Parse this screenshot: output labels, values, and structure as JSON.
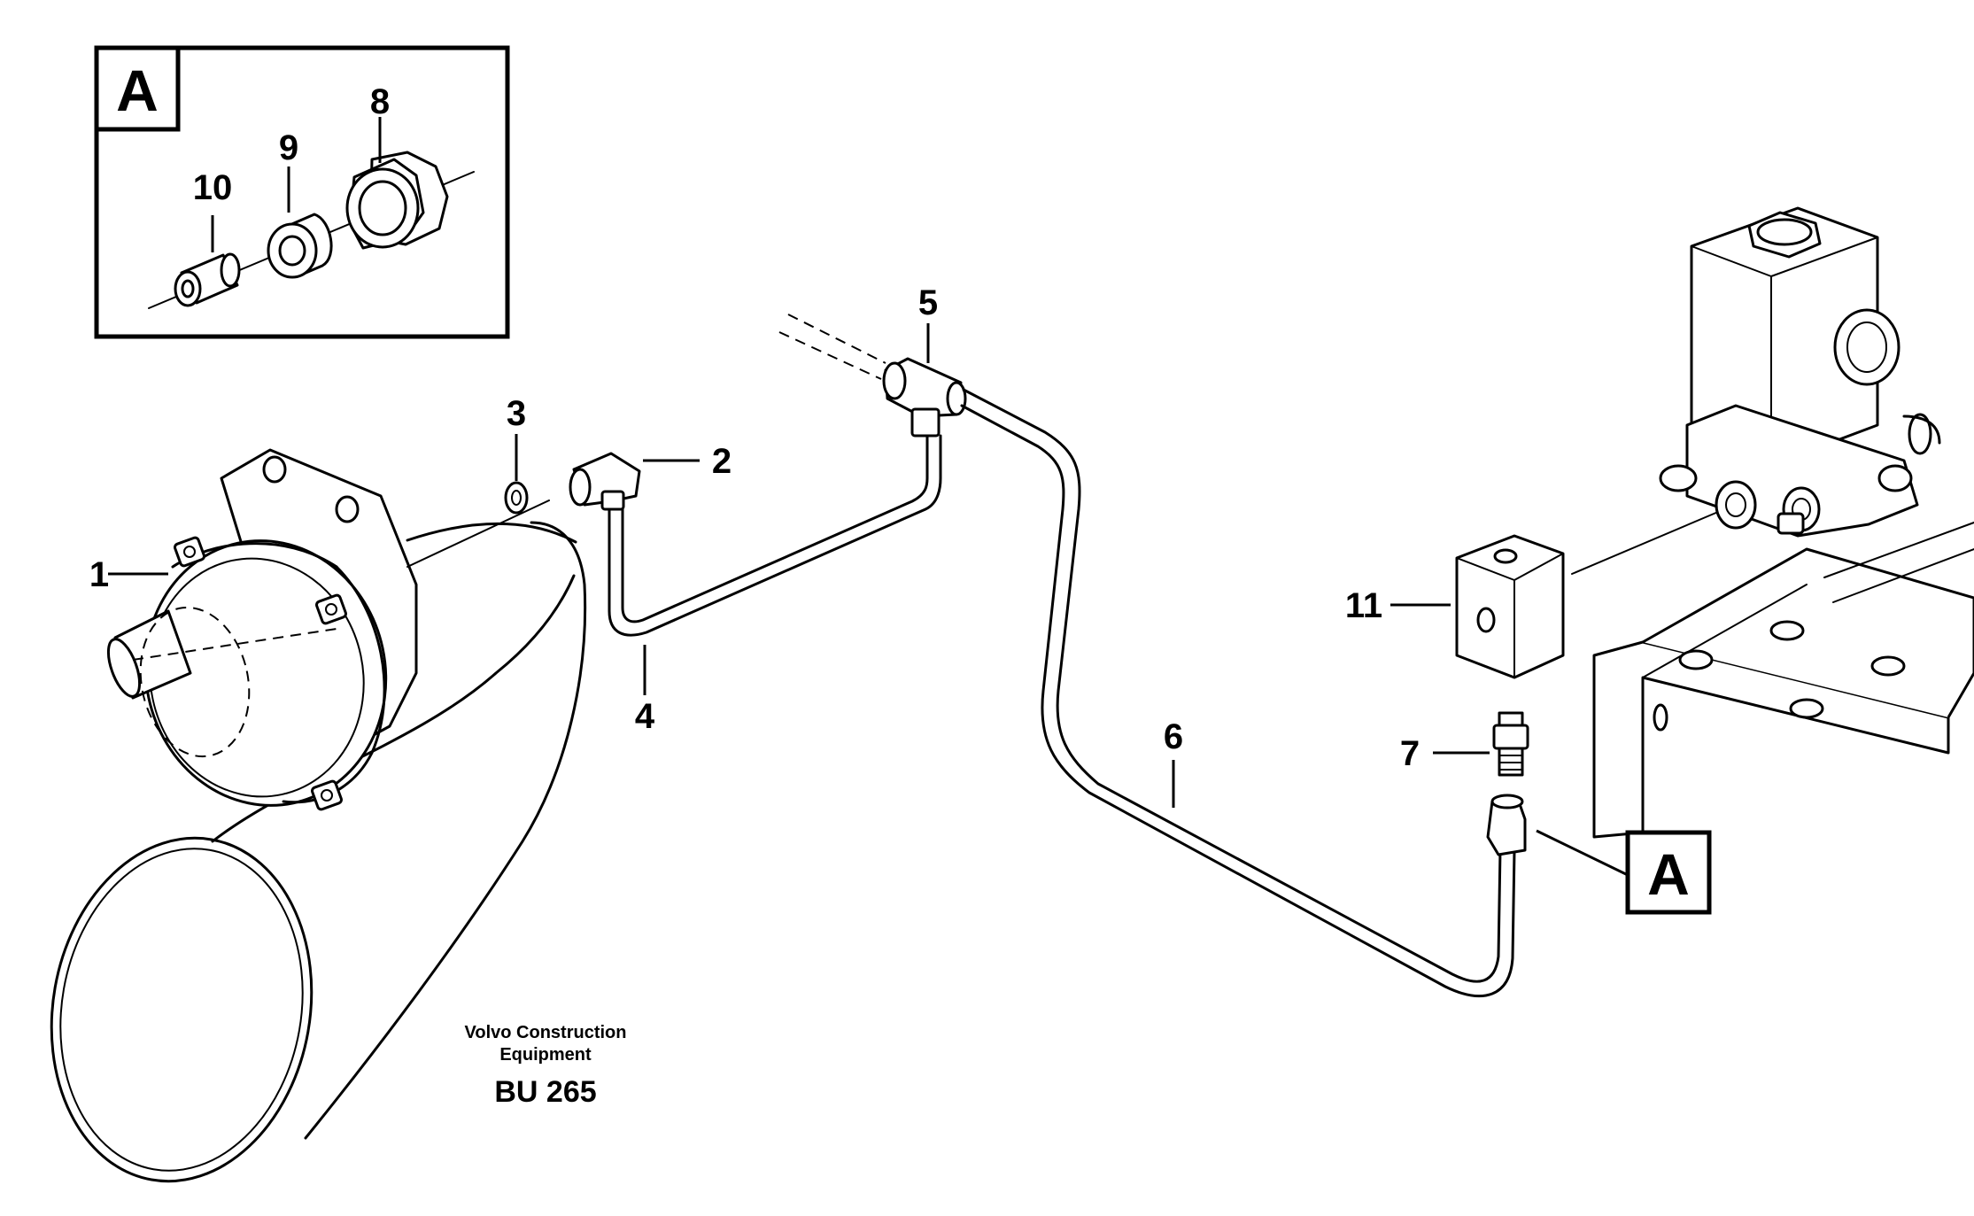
{
  "detail_view": {
    "letter": "A",
    "parts": [
      "8",
      "9",
      "10"
    ]
  },
  "callouts": {
    "p1": "1",
    "p2": "2",
    "p3": "3",
    "p4": "4",
    "p5": "5",
    "p6": "6",
    "p7": "7",
    "p11": "11"
  },
  "detail_reference": "A",
  "branding": {
    "line1": "Volvo Construction",
    "line2": "Equipment",
    "code": "BU 265"
  }
}
